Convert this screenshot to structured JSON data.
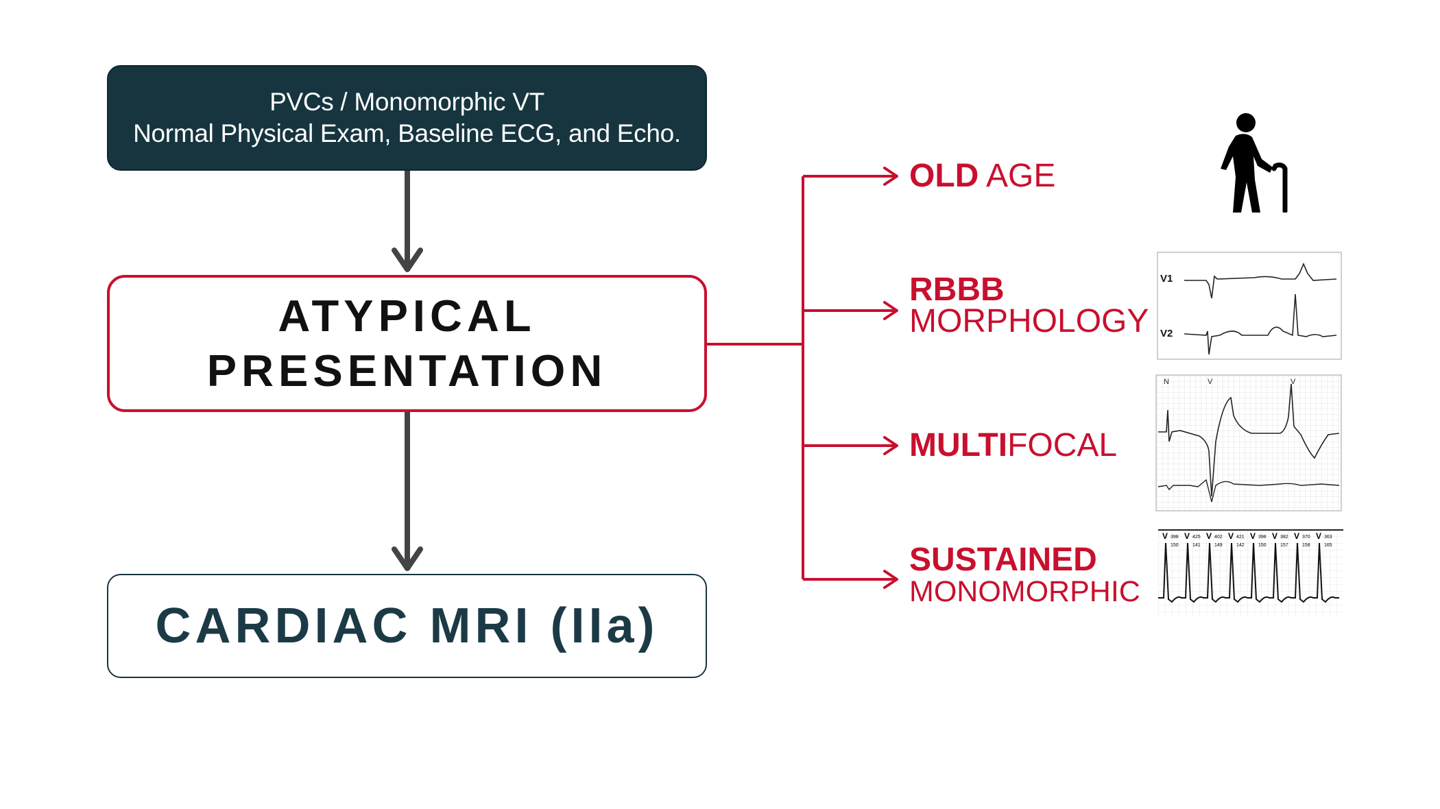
{
  "top_box": {
    "line1": "PVCs / Monomorphic VT",
    "line2": "Normal Physical Exam, Baseline ECG, and Echo."
  },
  "mid_box": {
    "line1": "ATYPICAL",
    "line2": "PRESENTATION"
  },
  "bottom_box": {
    "line1": "CARDIAC MRI (IIa)"
  },
  "branches": [
    {
      "bold": "OLD",
      "rest": " AGE",
      "second_line": "",
      "icon": "elderly-person-cane-icon"
    },
    {
      "bold": "RBBB",
      "rest": "",
      "second_line": "MORPHOLOGY",
      "ecg_labels": [
        "V1",
        "V2"
      ]
    },
    {
      "bold": "MULTI",
      "rest": "FOCAL",
      "second_line": "",
      "ecg_labels": [
        "N",
        "V",
        "V"
      ]
    },
    {
      "bold": "SUSTAINED",
      "rest": "",
      "second_line": "MONOMORPHIC",
      "beat_labels": [
        "V",
        "V",
        "V",
        "V",
        "V",
        "V",
        "V",
        "V"
      ],
      "interval_top": [
        "398",
        "425",
        "402",
        "421",
        "398",
        "382",
        "370",
        "363"
      ],
      "interval_bottom": [
        "150",
        "141",
        "149",
        "142",
        "150",
        "157",
        "158",
        "165"
      ]
    }
  ],
  "colors": {
    "accent": "#c8102e",
    "dark": "#16353f",
    "arrow_gray": "#444444"
  }
}
